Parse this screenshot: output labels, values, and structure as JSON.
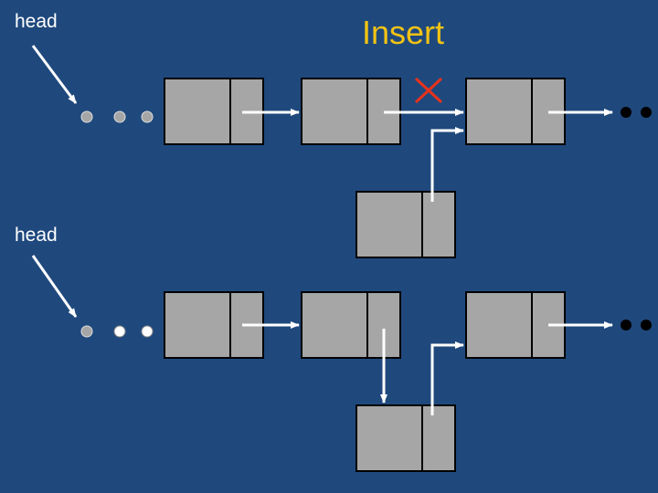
{
  "diagram": {
    "title": "Insert",
    "head_label_top": "head",
    "head_label_bottom": "head"
  },
  "colors": {
    "background": "#1f497d",
    "node_fill": "#a6a6a6",
    "node_border": "#000000",
    "arrow": "#ffffff",
    "title": "#f2c314",
    "cross": "#e8321c",
    "dot_grey": "#a6a6a6",
    "dot_white": "#ffffff",
    "dot_black": "#000000"
  }
}
